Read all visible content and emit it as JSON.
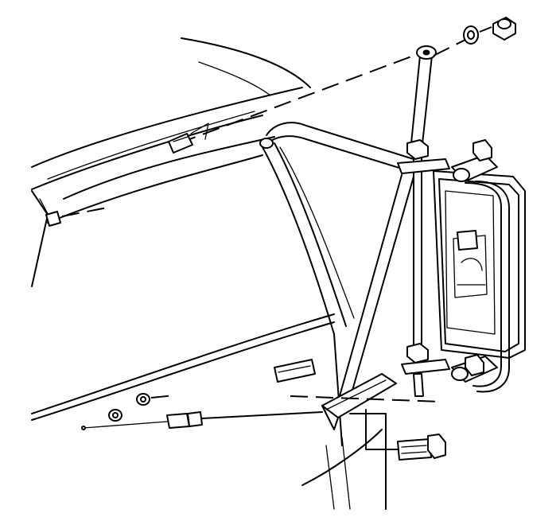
{
  "diagram": {
    "colors": {
      "line": "#000000",
      "background": "#ffffff"
    },
    "parts": [
      "door-body",
      "door-window-frame",
      "mirror-upper-brace",
      "mirror-upper-bracket-arm",
      "mirror-support-arm",
      "mirror-head",
      "mirror-glass",
      "mirror-lower-bracket",
      "mirror-mounting-bolt",
      "upper-retaining-nut",
      "upper-washer",
      "door-handle-recess",
      "door-plug-clips",
      "wiring-connector"
    ]
  }
}
